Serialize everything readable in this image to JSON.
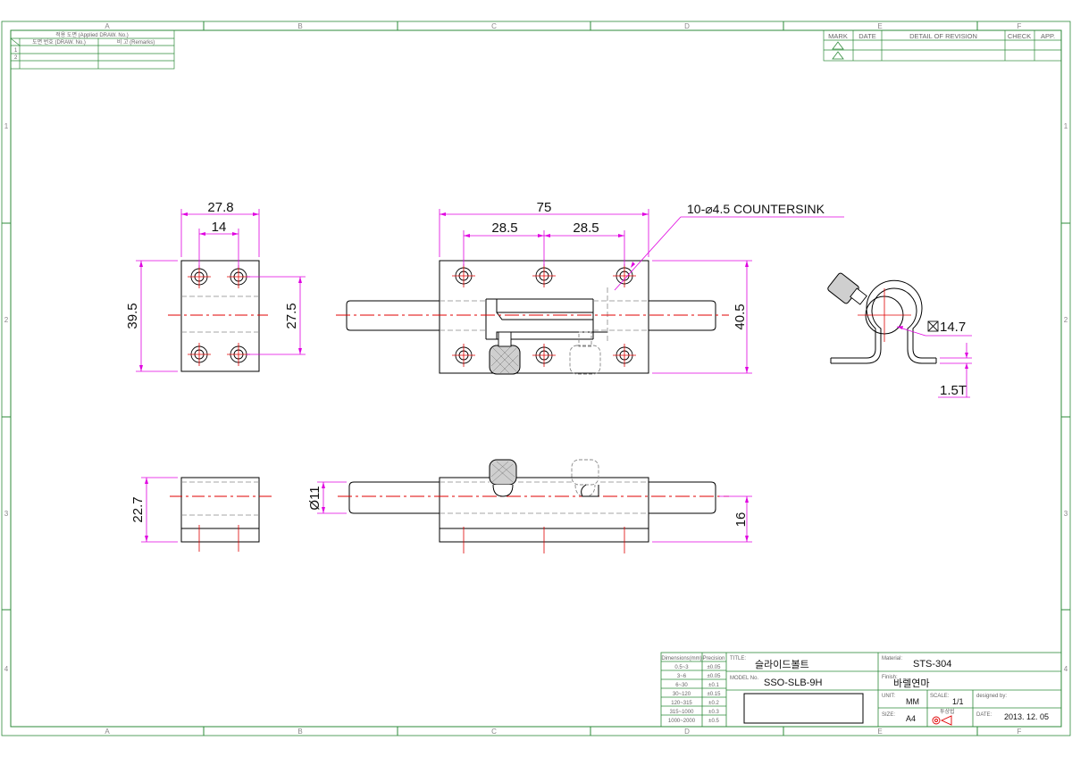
{
  "applied_table": {
    "title": "적용 도면 (Applied DRAW. No.)",
    "col_draw": "도면 번호 (DRAW. No.)",
    "col_remarks": "비 고 (Remarks)",
    "rows": [
      "1",
      "2"
    ]
  },
  "revision_table": {
    "headers": [
      "MARK",
      "DATE",
      "DETAIL OF REVISION",
      "CHECK",
      "APP."
    ]
  },
  "zones": {
    "columns": [
      "A",
      "B",
      "C",
      "D",
      "E",
      "F"
    ],
    "rows": [
      "1",
      "2",
      "3",
      "4"
    ]
  },
  "dimensions": {
    "end_width": "27.8",
    "end_hole_pitch": "14",
    "end_height": "39.5",
    "end_hole_vertical": "27.5",
    "length": "75",
    "pitch_left": "28.5",
    "pitch_right": "28.5",
    "countersink_note": "10-⌀4.5 COUNTERSINK",
    "height_front": "40.5",
    "knob_square": "14.7",
    "thickness": "1.5T",
    "bottom_height": "22.7",
    "bolt_dia": "Ø11",
    "bottom_right": "16"
  },
  "title_block": {
    "tolerance_headers": [
      "Dimensions(mm)",
      "Precision"
    ],
    "tolerance_rows": [
      [
        "0.5~3",
        "±0.05"
      ],
      [
        "3~6",
        "±0.05"
      ],
      [
        "6~30",
        "±0.1"
      ],
      [
        "30~120",
        "±0.15"
      ],
      [
        "120~315",
        "±0.2"
      ],
      [
        "315~1000",
        "±0.3"
      ],
      [
        "1000~2000",
        "±0.5"
      ]
    ],
    "title_label": "TITLE:",
    "title": "슬라이드볼트",
    "model_label": "MODEL No.",
    "model": "SSO-SLB-9H",
    "material_label": "Material:",
    "material": "STS-304",
    "finish_label": "Finish:",
    "finish": "바렐연마",
    "unit_label": "UNIT:",
    "unit": "MM",
    "scale_label": "SCALE:",
    "scale": "1/1",
    "designed_label": "designed by:",
    "size_label": "SIZE:",
    "size": "A4",
    "projection_label": "투상법",
    "date_label": "DATE:",
    "date": "2013. 12. 05"
  },
  "colors": {
    "border": "#2e8b3a",
    "dimension": "#e000e0",
    "centerline": "#e00000",
    "outline": "#000000",
    "hidden": "#888888"
  }
}
